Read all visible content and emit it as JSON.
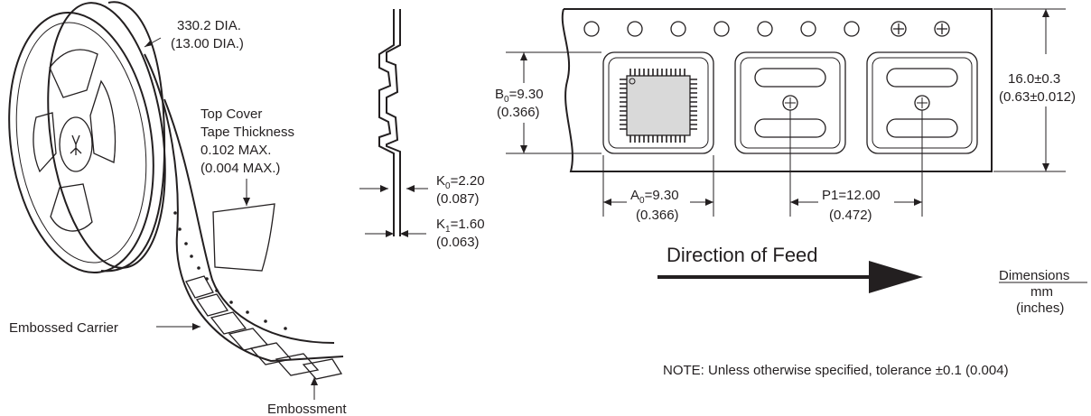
{
  "reel": {
    "diameter_mm": "330.2 DIA.",
    "diameter_in": "(13.00 DIA.)",
    "cover_line1": "Top Cover",
    "cover_line2": "Tape Thickness",
    "cover_line3": "0.102 MAX.",
    "cover_line4": "(0.004 MAX.)",
    "carrier_label": "Embossed Carrier",
    "embossment_label": "Embossment"
  },
  "profile": {
    "k0_sym": "K",
    "k0_sub": "0",
    "k0_val": "=2.20",
    "k0_in": "(0.087)",
    "k1_sym": "K",
    "k1_sub": "1",
    "k1_val": "=1.60",
    "k1_in": "(0.063)"
  },
  "tape": {
    "b0_sym": "B",
    "b0_sub": "0",
    "b0_val": "=9.30",
    "b0_in": "(0.366)",
    "a0_sym": "A",
    "a0_sub": "0",
    "a0_val": "=9.30",
    "a0_in": "(0.366)",
    "p1_val": "P1=12.00",
    "p1_in": "(0.472)",
    "width_mm": "16.0±0.3",
    "width_in": "(0.63±0.012)"
  },
  "feed": {
    "label": "Direction of Feed"
  },
  "units": {
    "title": "Dimensions",
    "mm": "mm",
    "in": "(inches)"
  },
  "note": "NOTE: Unless otherwise specified, tolerance ±0.1 (0.004)"
}
